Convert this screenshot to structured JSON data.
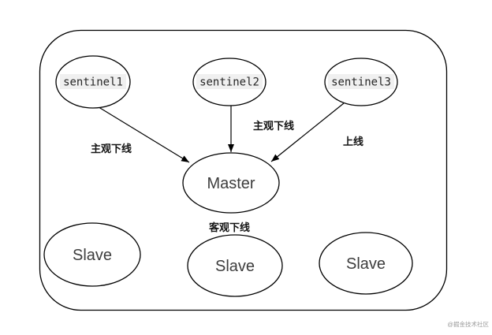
{
  "diagram": {
    "nodes": [
      {
        "id": "sentinel1",
        "label": "sentinel1"
      },
      {
        "id": "sentinel2",
        "label": "sentinel2"
      },
      {
        "id": "sentinel3",
        "label": "sentinel3"
      },
      {
        "id": "master",
        "label": "Master"
      },
      {
        "id": "slave-left",
        "label": "Slave"
      },
      {
        "id": "slave-middle",
        "label": "Slave"
      },
      {
        "id": "slave-right",
        "label": "Slave"
      }
    ],
    "edges": [
      {
        "from": "sentinel1",
        "to": "master",
        "label": "主观下线"
      },
      {
        "from": "sentinel2",
        "to": "master",
        "label": "主观下线"
      },
      {
        "from": "sentinel3",
        "to": "master",
        "label": "上线"
      }
    ],
    "annotations": [
      {
        "id": "below-master",
        "text": "客观下线"
      }
    ],
    "watermark": "@掘金技术社区",
    "colors": {
      "background": "#ffffff",
      "stroke": "#000000",
      "node_text": "#3d3d3d",
      "edge_label_text": "#141414",
      "sentinel_label_bg": "#f0f0f0",
      "watermark_text": "#9b9b9b"
    }
  }
}
